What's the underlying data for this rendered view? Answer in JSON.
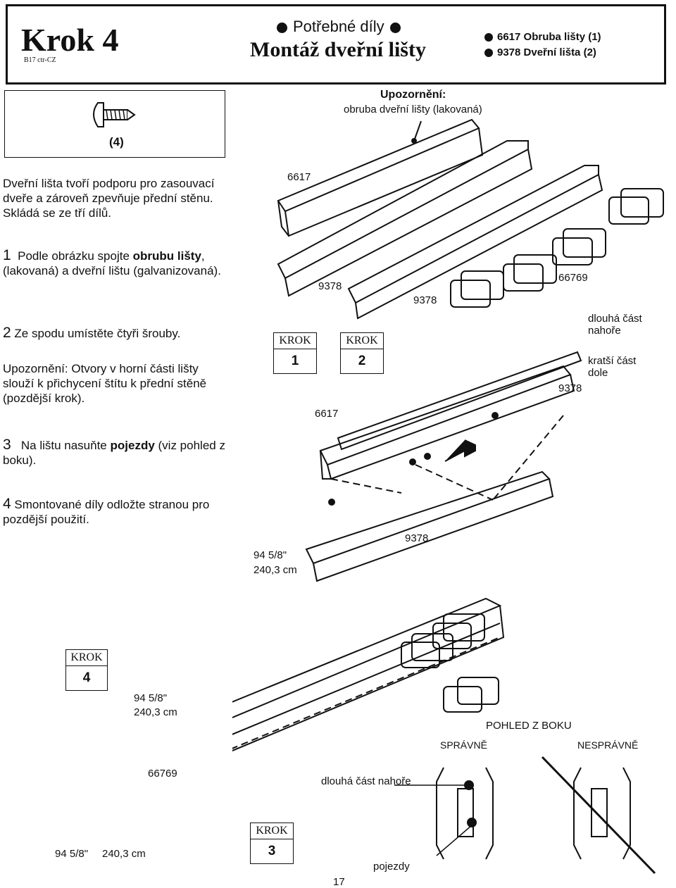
{
  "header": {
    "step_title": "Krok 4",
    "doc_code": "B17 ctr-CZ",
    "parts_heading": "Potřebné díly",
    "title": "Montáž dveřní lišty",
    "parts": [
      "6617 Obruba lišty (1)",
      "9378 Dveřní lišta (2)"
    ]
  },
  "screw": {
    "qty": "(4)"
  },
  "notice": {
    "title": "Upozornění:",
    "text": "obruba dveřní lišty (lakovaná)"
  },
  "instructions": {
    "intro": "Dveřní lišta tvoří podporu pro zasouvací dveře a zároveň zpevňuje přední stěnu. Skládá se ze tří dílů.",
    "step1": {
      "num": "1",
      "pre": "Podle obrázku spojte ",
      "bold": "obrubu lišty",
      "post": ",(lakovaná) a dveřní lištu (galvanizovaná)."
    },
    "step2": {
      "num": "2",
      "text": "Ze spodu umístěte čtyři šrouby."
    },
    "warning": {
      "label": "Upozornění:",
      "text": "Otvory v horní části lišty slouží k přichycení štítu k přední stěně (pozdější krok)."
    },
    "step3": {
      "num": "3",
      "pre": "Na lištu nasuňte ",
      "bold": "pojezdy",
      "post": " (viz pohled z boku)."
    },
    "step4": {
      "num": "4",
      "text": "Smontované díly odložte stranou pro pozdější použití."
    }
  },
  "diagram": {
    "part_6617_top": "6617",
    "part_9378_a": "9378",
    "part_9378_b": "9378",
    "part_66769": "66769",
    "long_top": "dlouhá část nahoře",
    "short_bottom": "kratší část dole",
    "part_9378_c": "9378",
    "part_6617_mid": "6617",
    "part_9378_d": "9378",
    "dim1": "94 5/8\"",
    "dim1_cm": "240,3 cm",
    "dim2": "94 5/8\"",
    "dim2_cm": "240,3 cm",
    "dim3": "94 5/8\"",
    "dim3_cm": "240,3 cm",
    "part_66769_b": "66769",
    "side_view": "POHLED Z BOKU",
    "correct": "SPRÁVNĚ",
    "incorrect": "NESPRÁVNĚ",
    "long_top_b": "dlouhá část nahoře",
    "sliders": "pojezdy"
  },
  "krok_boxes": [
    {
      "word": "KROK",
      "num": "1"
    },
    {
      "word": "KROK",
      "num": "2"
    },
    {
      "word": "KROK",
      "num": "4"
    },
    {
      "word": "KROK",
      "num": "3"
    }
  ],
  "page_number": "17"
}
